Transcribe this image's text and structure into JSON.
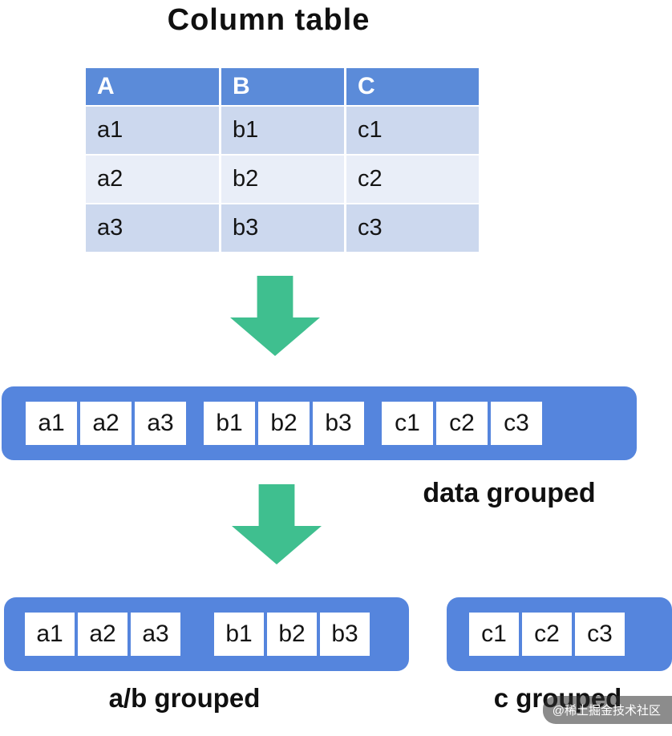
{
  "title": "Column table",
  "table": {
    "headers": [
      "A",
      "B",
      "C"
    ],
    "rows": [
      [
        "a1",
        "b1",
        "c1"
      ],
      [
        "a2",
        "b2",
        "c2"
      ],
      [
        "a3",
        "b3",
        "c3"
      ]
    ]
  },
  "strip1": {
    "groups": [
      [
        "a1",
        "a2",
        "a3"
      ],
      [
        "b1",
        "b2",
        "b3"
      ],
      [
        "c1",
        "c2",
        "c3"
      ]
    ]
  },
  "strip2_left": {
    "groups": [
      [
        "a1",
        "a2",
        "a3"
      ],
      [
        "b1",
        "b2",
        "b3"
      ]
    ]
  },
  "strip2_right": {
    "groups": [
      [
        "c1",
        "c2",
        "c3"
      ]
    ]
  },
  "labels": {
    "middle": "data grouped",
    "bottom_left": "a/b grouped",
    "bottom_right": "c grouped"
  },
  "watermark": "@稀土掘金技术社区",
  "colors": {
    "table_header_blue": "#5b8bd9",
    "row_band_dark": "#ccd8ee",
    "row_band_light": "#e9eef8",
    "strip_blue": "#5585dd",
    "arrow_green": "#3fbf8f",
    "text_dark": "#101010",
    "cell_white": "#ffffff"
  }
}
